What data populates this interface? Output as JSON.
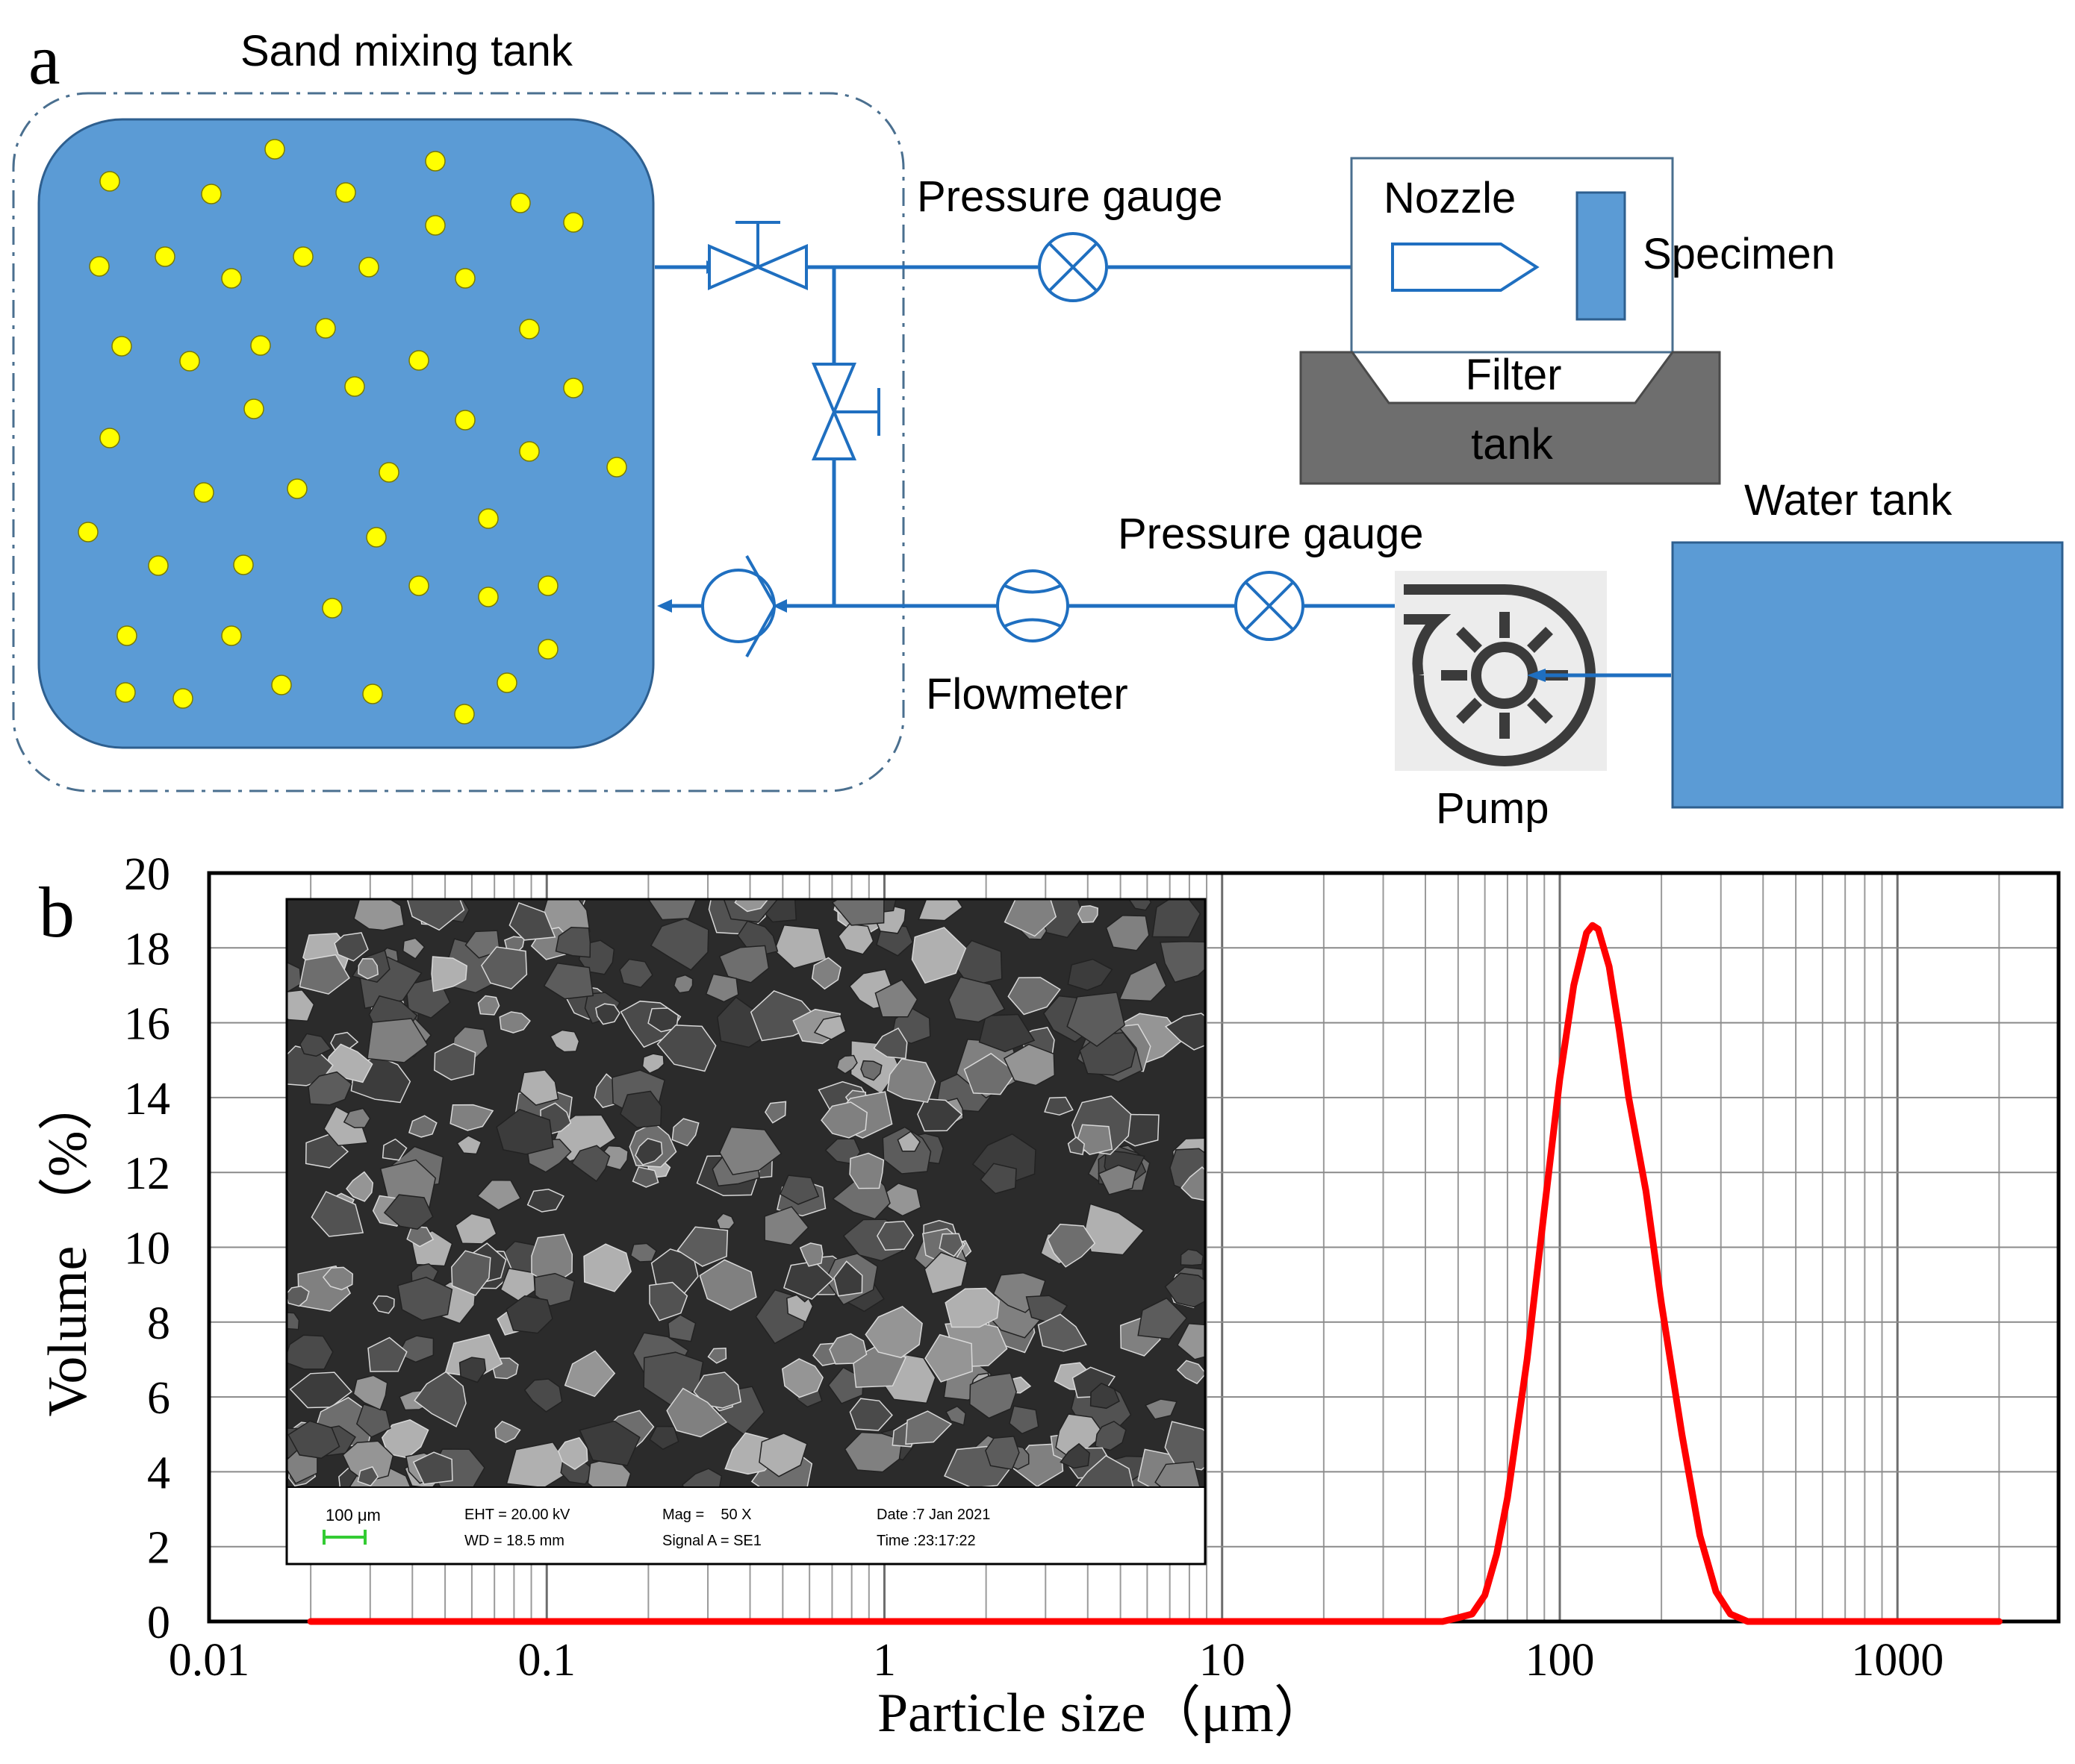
{
  "panel_a": {
    "panel_letter": "a",
    "sand_mixing_tank_label": "Sand mixing tank",
    "pressure_gauge_top_label": "Pressure gauge",
    "nozzle_label": "Nozzle",
    "specimen_label": "Specimen",
    "filter_label": "Filter",
    "tank_label": "tank",
    "water_tank_label": "Water tank",
    "pressure_gauge_bottom_label": "Pressure gauge",
    "flowmeter_label": "Flowmeter",
    "pump_label": "Pump",
    "colors": {
      "tank_fill": "#5b9bd5",
      "sand_particle": "#ffff00",
      "pipe": "#1f6fc0",
      "filter_tank": "#6e6e6e"
    }
  },
  "panel_b": {
    "panel_letter": "b",
    "ylabel": "Volume （%）",
    "xlabel": "Particle size（μm）",
    "inset": {
      "scale_bar": "100 μm",
      "eht": "EHT = 20.00 kV",
      "wd": "WD = 18.5 mm",
      "mag": "Mag =    50 X",
      "signal": "Signal A = SE1",
      "date": "Date :7 Jan 2021",
      "time": "Time :23:17:22"
    }
  },
  "chart_data": {
    "type": "line",
    "x_scale": "log",
    "xlim": [
      0.01,
      3000
    ],
    "ylim": [
      0,
      20
    ],
    "x_tick_labels": [
      "0.01",
      "0.1",
      "1",
      "10",
      "100",
      "1000"
    ],
    "x_tick_values": [
      0.01,
      0.1,
      1,
      10,
      100,
      1000
    ],
    "y_tick_labels": [
      "0",
      "2",
      "4",
      "6",
      "8",
      "10",
      "12",
      "14",
      "16",
      "18",
      "20"
    ],
    "y_tick_values": [
      0,
      2,
      4,
      6,
      8,
      10,
      12,
      14,
      16,
      18,
      20
    ],
    "grid": true,
    "series": [
      {
        "color": "#ff0000",
        "x": [
          0.02,
          1,
          10,
          45,
          50,
          55,
          60,
          65,
          70,
          80,
          90,
          100,
          110,
          120,
          125,
          130,
          140,
          150,
          160,
          180,
          200,
          230,
          260,
          290,
          320,
          360,
          500,
          1000,
          2000
        ],
        "y": [
          0,
          0,
          0,
          0,
          0.1,
          0.2,
          0.7,
          1.8,
          3.3,
          7.0,
          11.0,
          14.5,
          17.0,
          18.4,
          18.6,
          18.5,
          17.5,
          15.8,
          14.0,
          11.5,
          8.5,
          5.0,
          2.3,
          0.8,
          0.2,
          0,
          0,
          0,
          0
        ]
      }
    ]
  }
}
